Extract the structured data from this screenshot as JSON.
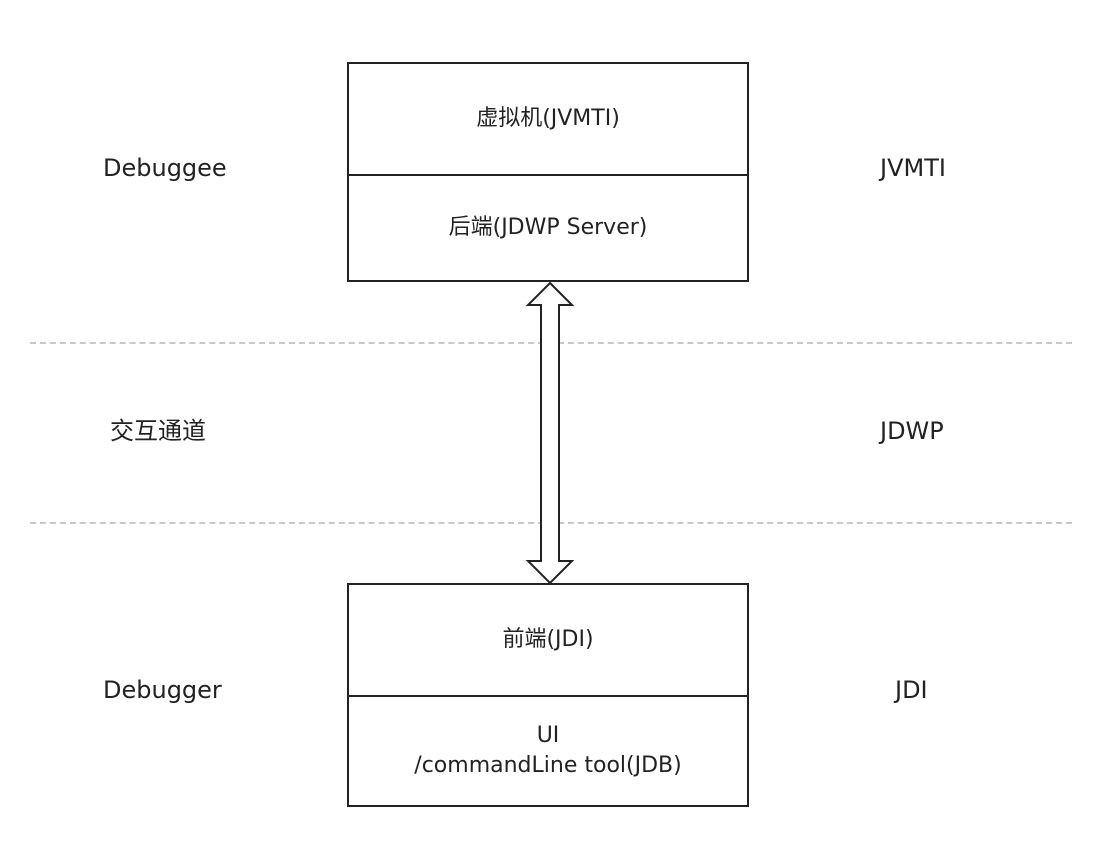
{
  "left_labels": {
    "debuggee": "Debuggee",
    "channel": "交互通道",
    "debugger": "Debugger"
  },
  "right_labels": {
    "jvmti": "JVMTI",
    "jdwp": "JDWP",
    "jdi": "JDI"
  },
  "top_box": {
    "vm": "虚拟机(JVMTI)",
    "backend": "后端(JDWP Server)"
  },
  "bottom_box": {
    "frontend": "前端(JDI)",
    "ui_line1": "UI",
    "ui_line2": "/commandLine tool(JDB)"
  },
  "colors": {
    "line": "#222222",
    "divider": "#c8c8c8",
    "background": "#ffffff"
  }
}
